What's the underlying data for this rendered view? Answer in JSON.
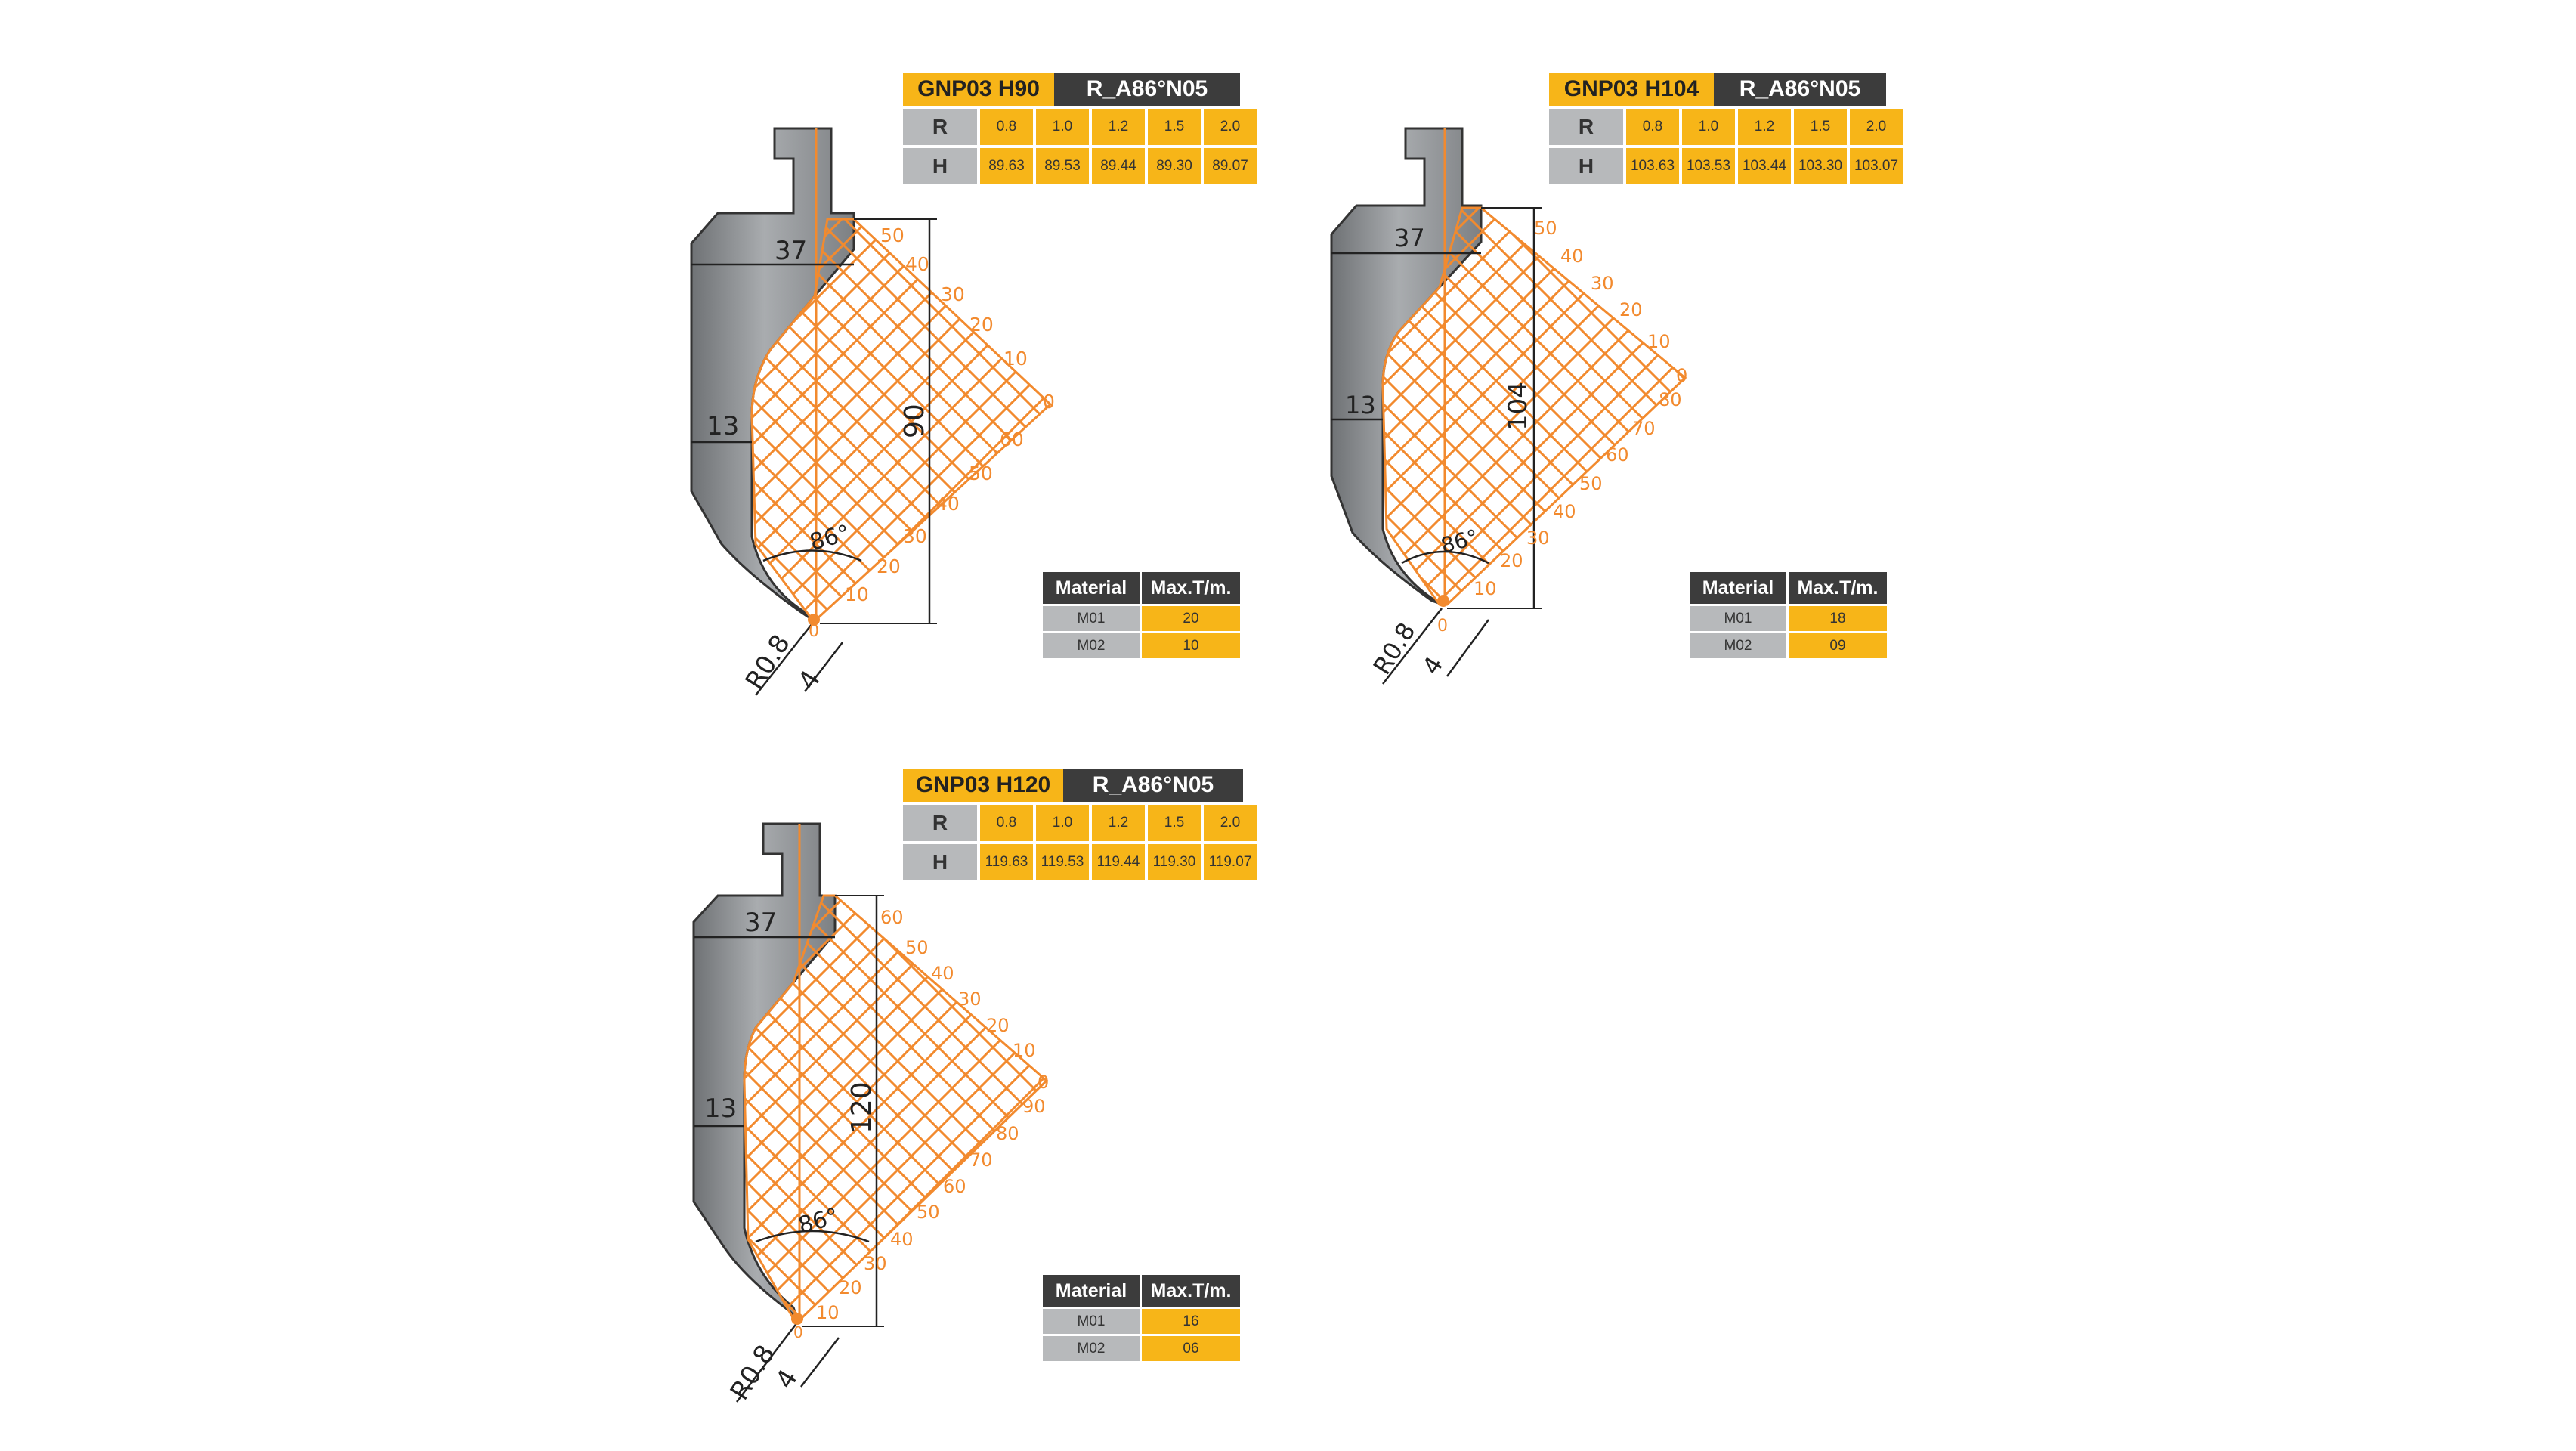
{
  "tools": [
    {
      "model": "GNP03 H90",
      "code": "R_A86°N05",
      "r_label": "R",
      "h_label": "H",
      "r_values": [
        "0.8",
        "1.0",
        "1.2",
        "1.5",
        "2.0"
      ],
      "h_values": [
        "89.63",
        "89.53",
        "89.44",
        "89.30",
        "89.07"
      ],
      "material_header": "Material",
      "max_header": "Max.T/m.",
      "materials": [
        {
          "name": "M01",
          "max": "20"
        },
        {
          "name": "M02",
          "max": "10"
        }
      ],
      "dim_width": "37",
      "dim_neck": "13",
      "dim_height": "90",
      "dim_angle": "86°",
      "dim_radius": "R0.8",
      "dim_tip": "4",
      "scale_upper": [
        "50",
        "40",
        "30",
        "20",
        "10",
        "0"
      ],
      "scale_lower": [
        "60",
        "50",
        "40",
        "30",
        "20",
        "10",
        "0"
      ]
    },
    {
      "model": "GNP03 H104",
      "code": "R_A86°N05",
      "r_label": "R",
      "h_label": "H",
      "r_values": [
        "0.8",
        "1.0",
        "1.2",
        "1.5",
        "2.0"
      ],
      "h_values": [
        "103.63",
        "103.53",
        "103.44",
        "103.30",
        "103.07"
      ],
      "material_header": "Material",
      "max_header": "Max.T/m.",
      "materials": [
        {
          "name": "M01",
          "max": "18"
        },
        {
          "name": "M02",
          "max": "09"
        }
      ],
      "dim_width": "37",
      "dim_neck": "13",
      "dim_height": "104",
      "dim_angle": "86°",
      "dim_radius": "R0.8",
      "dim_tip": "4",
      "scale_upper": [
        "50",
        "40",
        "30",
        "20",
        "10",
        "0"
      ],
      "scale_lower": [
        "80",
        "70",
        "60",
        "50",
        "40",
        "30",
        "20",
        "10",
        "0"
      ]
    },
    {
      "model": "GNP03 H120",
      "code": "R_A86°N05",
      "r_label": "R",
      "h_label": "H",
      "r_values": [
        "0.8",
        "1.0",
        "1.2",
        "1.5",
        "2.0"
      ],
      "h_values": [
        "119.63",
        "119.53",
        "119.44",
        "119.30",
        "119.07"
      ],
      "material_header": "Material",
      "max_header": "Max.T/m.",
      "materials": [
        {
          "name": "M01",
          "max": "16"
        },
        {
          "name": "M02",
          "max": "06"
        }
      ],
      "dim_width": "37",
      "dim_neck": "13",
      "dim_height": "120",
      "dim_angle": "86°",
      "dim_radius": "R0.8",
      "dim_tip": "4",
      "scale_upper": [
        "60",
        "50",
        "40",
        "30",
        "20",
        "10",
        "0"
      ],
      "scale_lower": [
        "90",
        "80",
        "70",
        "60",
        "50",
        "40",
        "30",
        "20",
        "10",
        "0"
      ]
    }
  ],
  "colors": {
    "accent": "#f7b518",
    "dark": "#3c3c3c",
    "gray": "#b7b9bb",
    "hatch": "#f28a2e",
    "body": "#8a8d90"
  }
}
